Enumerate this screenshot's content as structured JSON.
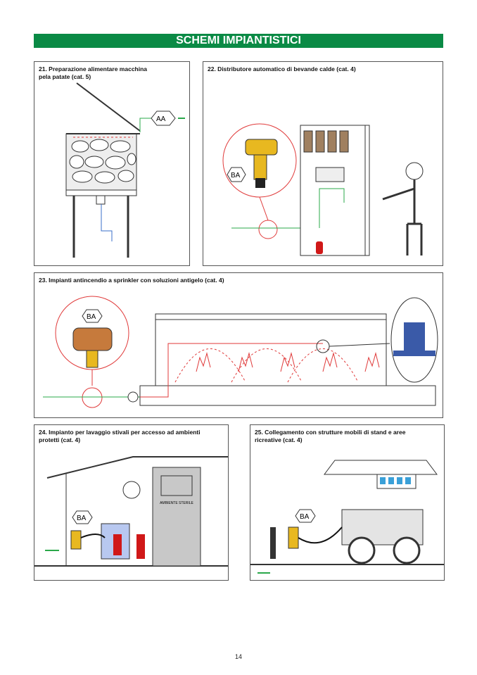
{
  "header": {
    "title": "SCHEMI IMPIANTISTICI"
  },
  "panels": [
    {
      "title": "21. Preparazione alimentare macchina\n   pela patate (cat. 5)",
      "badge": "AA"
    },
    {
      "title": "22. Distributore automatico di bevande calde (cat. 4)",
      "badge": "BA"
    },
    {
      "title": "23. Impianti antincendio a sprinkler con soluzioni antigelo  (cat. 4)",
      "badge": "BA"
    },
    {
      "title": "24. Impianto per lavaggio stivali per accesso ad ambienti\n   protetti (cat. 4)",
      "badge": "BA",
      "door_label": "AMBIENTE STERILE"
    },
    {
      "title": "25. Collegamento con strutture mobili di stand e aree\n   ricreative (cat. 4)",
      "badge": "BA"
    }
  ],
  "footer": {
    "page_number": "14"
  },
  "colors": {
    "banner": "#0a8a45",
    "pipe_green": "#2aa84a",
    "pipe_red": "#e03a3a",
    "brass": "#e8b820"
  }
}
